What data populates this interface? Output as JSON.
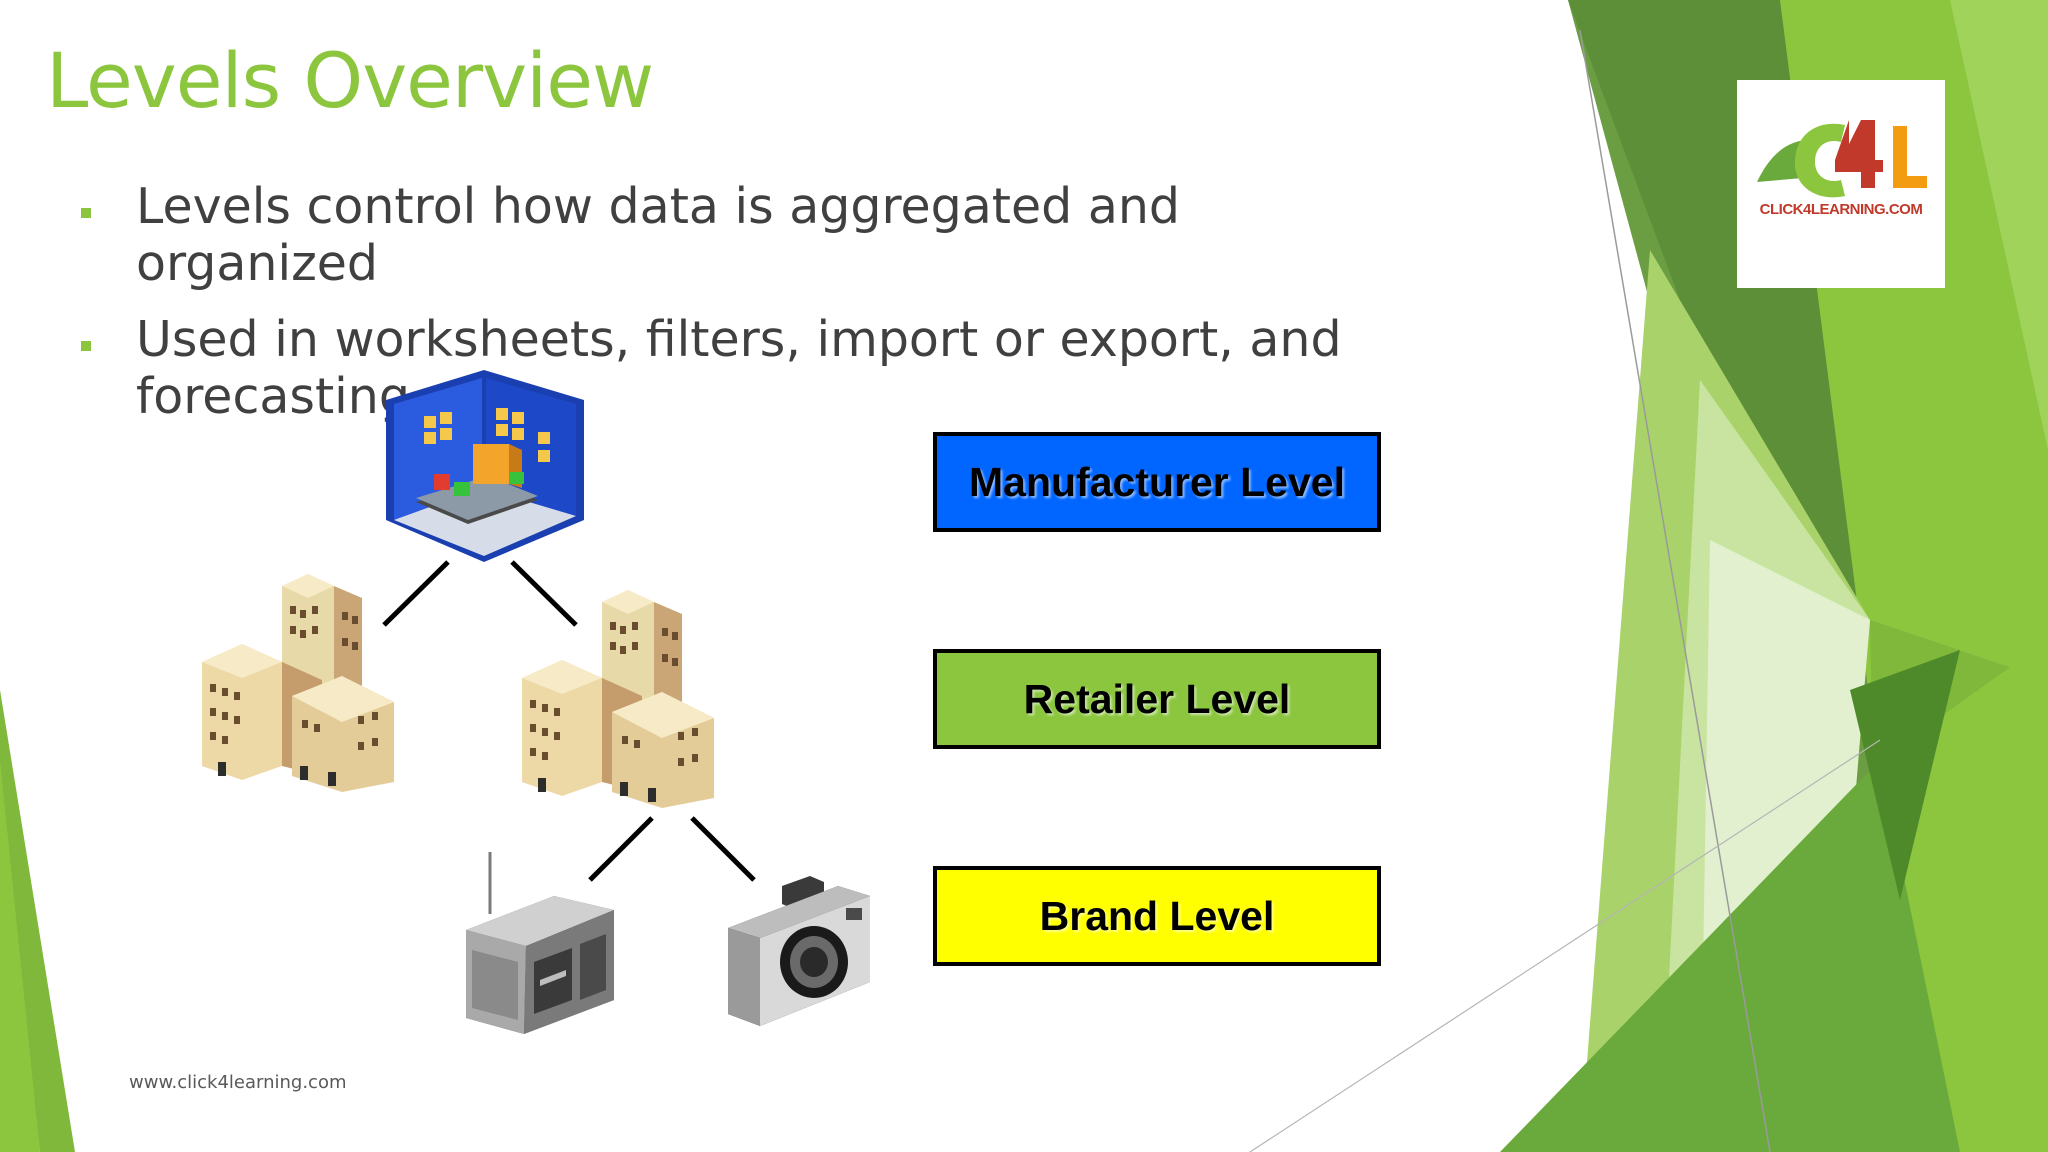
{
  "slide": {
    "title": "Levels Overview",
    "bullets": [
      "Levels control how data is aggregated and organized",
      "Used in worksheets, filters, import or export, and forecasting"
    ],
    "footer": "www.click4learning.com"
  },
  "logo": {
    "text": "CLICK4LEARNING.COM"
  },
  "levels": [
    {
      "label": "Manufacturer Level",
      "color": "#0066ff"
    },
    {
      "label": "Retailer Level",
      "color": "#8cc63f"
    },
    {
      "label": "Brand Level",
      "color": "#ffff00"
    }
  ],
  "theme": {
    "accent": "#8cc63f",
    "dark_green": "#5e9b33"
  }
}
